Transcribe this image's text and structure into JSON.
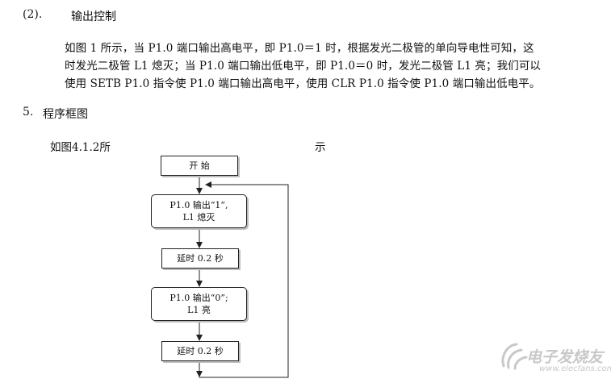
{
  "section_2": {
    "number": "(2).",
    "title": "输出控制"
  },
  "paragraph": {
    "lines": [
      "如图 1 所示，当 P1.0 端口输出高电平，即 P1.0＝1 时，根据发光二极管的单向导电性可知，这",
      "时发光二极管 L1 熄灭；当 P1.0 端口输出低电平，即 P1.0＝0 时，发光二极管 L1 亮；我们可以",
      "使用 SETB  P1.0 指令使 P1.0 端口输出高电平，使用 CLR  P1.0 指令使 P1.0 端口输出低电平。"
    ]
  },
  "section_5": {
    "number": "5.",
    "title": "程序框图"
  },
  "figure_caption": {
    "left": "如图4.1.2所",
    "right": "示"
  },
  "flowchart": {
    "start_label": "开    始",
    "step1_line1": "P1.0 输出“1”,",
    "step1_line2": "L1 熄灭",
    "delay1_label": "延时 0.2 秒",
    "step2_line1": "P1.0 输出“0”;",
    "step2_line2": "L1 亮",
    "delay2_label": "延时 0.2 秒"
  },
  "watermark": {
    "brand": "电子发烧友",
    "url": "www.elecfans.com"
  }
}
